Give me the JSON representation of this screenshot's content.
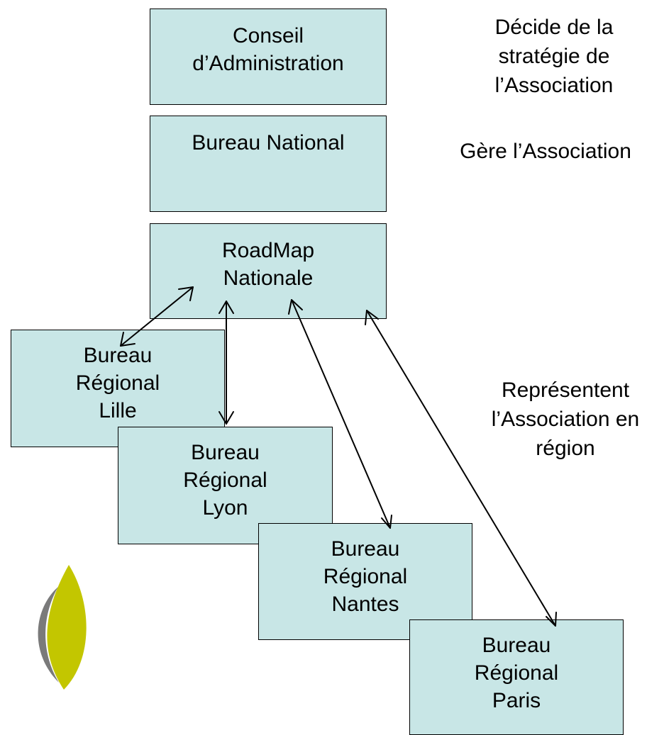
{
  "boxes": {
    "conseil": {
      "lines": [
        "Conseil",
        "d’Administration"
      ]
    },
    "bureau_national": {
      "lines": [
        "Bureau National"
      ]
    },
    "roadmap": {
      "lines": [
        "RoadMap",
        "Nationale"
      ]
    },
    "lille": {
      "lines": [
        "Bureau",
        "Régional",
        "Lille"
      ]
    },
    "lyon": {
      "lines": [
        "Bureau",
        "Régional",
        "Lyon"
      ]
    },
    "nantes": {
      "lines": [
        "Bureau",
        "Régional",
        "Nantes"
      ]
    },
    "paris": {
      "lines": [
        "Bureau",
        "Régional",
        "Paris"
      ]
    }
  },
  "notes": {
    "decide": {
      "lines": [
        "Décide de la",
        "stratégie de",
        "l’Association"
      ]
    },
    "gere": {
      "lines": [
        "Gère l’Association"
      ]
    },
    "representent": {
      "lines": [
        "Représentent",
        "l’Association en",
        "région"
      ]
    }
  },
  "colors": {
    "box_fill": "#c8e6e6",
    "logo_green": "#c3c600",
    "logo_gray": "#7a7a7a"
  }
}
